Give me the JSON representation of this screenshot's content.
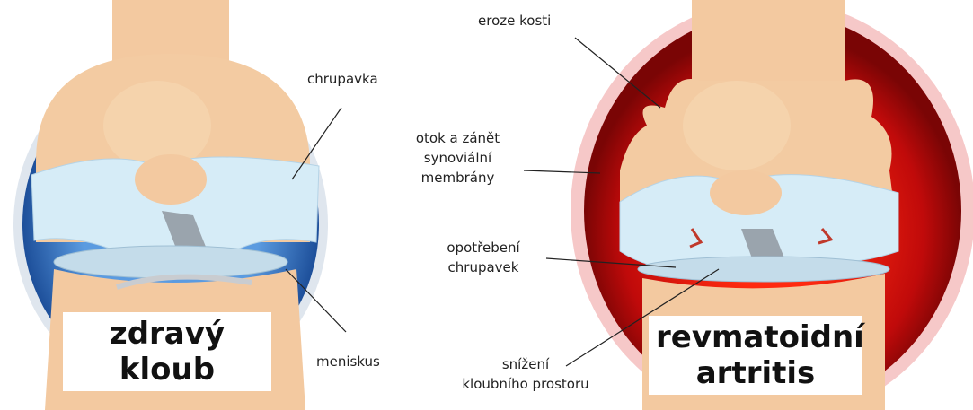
{
  "healthy": {
    "title": "zdravý kloub",
    "labels": {
      "cartilage": "chrupavka",
      "meniscus": "meniskus"
    }
  },
  "ra": {
    "title_line1": "revmatoidní",
    "title_line2": "artritis",
    "labels": {
      "erosion": "eroze kosti",
      "synovial_1": "otok a zánět",
      "synovial_2": "synoviální",
      "synovial_3": "membrány",
      "wear_1": "opotřebení",
      "wear_2": "chrupavek",
      "space_1": "snížení",
      "space_2": "kloubního prostoru"
    }
  },
  "colors": {
    "healthy_capsule": "#2a6fc0",
    "ra_capsule": "#c01010",
    "bone": "#f3c9a0",
    "cartilage": "#d6ecf7"
  }
}
